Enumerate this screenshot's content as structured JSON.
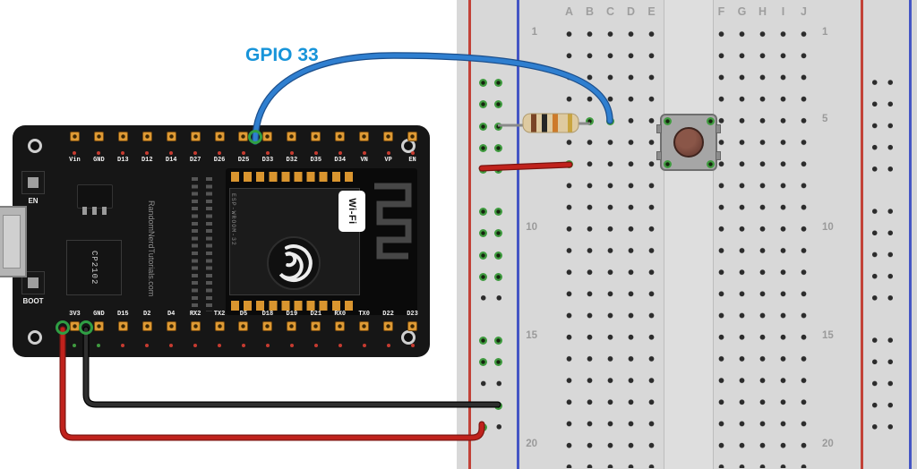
{
  "annotation": {
    "gpio_label": "GPIO 33",
    "color": "#1794d9"
  },
  "esp32_board": {
    "top_pins": [
      "Vin",
      "GND",
      "D13",
      "D12",
      "D14",
      "D27",
      "D26",
      "D25",
      "D33",
      "D32",
      "D35",
      "D34",
      "VN",
      "VP",
      "EN"
    ],
    "bottom_pins": [
      "3V3",
      "GND",
      "D15",
      "D2",
      "D4",
      "RX2",
      "TX2",
      "D5",
      "D18",
      "D19",
      "D21",
      "RX0",
      "TX0",
      "D22",
      "D23"
    ],
    "silkscreen": "RandomNerdTutorials.com",
    "module": "ESP-WROOM-32",
    "usb_chip": "CP2102",
    "wifi_logo": "Wi-Fi",
    "en_button": "EN",
    "boot_button": "BOOT"
  },
  "breadboard": {
    "columns_left": [
      "A",
      "B",
      "C",
      "D",
      "E"
    ],
    "columns_right": [
      "F",
      "G",
      "H",
      "I",
      "J"
    ],
    "row_labels": [
      "1",
      "5",
      "10",
      "15",
      "20"
    ]
  },
  "colors": {
    "wire_blue": "#2f7fd0",
    "wire_red": "#c0221c",
    "wire_black": "#2e2e2e",
    "connected_hole": "#3f9b3f",
    "rail_red": "#c24238",
    "rail_blue": "#4455c4"
  }
}
